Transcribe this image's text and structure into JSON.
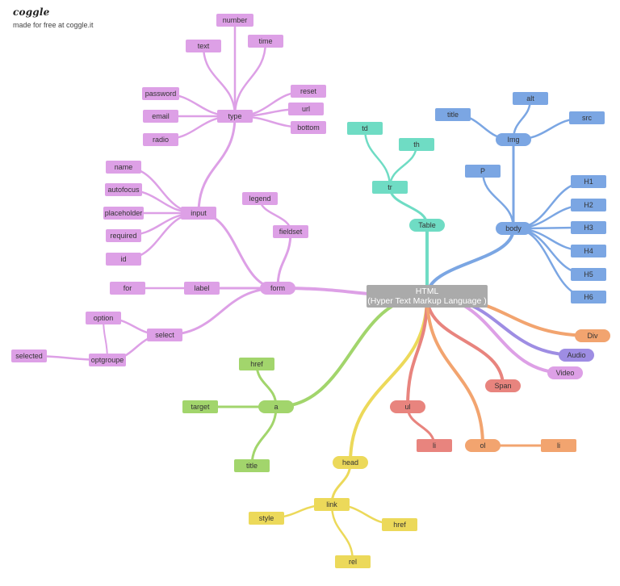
{
  "header": {
    "logo": "coggle",
    "tagline": "made for free at coggle.it"
  },
  "colors": {
    "pink": "#dda0e6",
    "teal": "#6fdcc4",
    "blue": "#7ba6e3",
    "green": "#a2d56c",
    "yellow": "#ecd95a",
    "red": "#e8847e",
    "orange": "#f2a46f",
    "purple": "#9e8de3",
    "root": "#aaaaaa"
  },
  "mindmap": {
    "root": {
      "label": "HTML\n(Hyper Text Markup Language )"
    },
    "nodes": {
      "type": "type",
      "number": "number",
      "text": "text",
      "time": "time",
      "password": "password",
      "email": "email",
      "radio": "radio",
      "reset": "reset",
      "url": "url",
      "bottom": "bottom",
      "input": "input",
      "name": "name",
      "autofocus": "autofocus",
      "placeholder": "placeholder",
      "required": "required",
      "id": "id",
      "legend": "legend",
      "fieldset": "fieldset",
      "form": "form",
      "label": "label",
      "for": "for",
      "select": "select",
      "option": "option",
      "optgroupe": "optgroupe",
      "selected": "selected",
      "table": "Table",
      "tr": "tr",
      "td": "td",
      "th": "th",
      "img": "Img",
      "alt": "alt",
      "img_title": "title",
      "src": "src",
      "p": "P",
      "body": "body",
      "h1": "H1",
      "h2": "H2",
      "h3": "H3",
      "h4": "H4",
      "h5": "H5",
      "h6": "H6",
      "div": "Div",
      "audio": "Audio",
      "video": "Video",
      "span": "Span",
      "a": "a",
      "a_href": "href",
      "target": "target",
      "a_title": "title",
      "head": "head",
      "link": "link",
      "style": "style",
      "link_href": "href",
      "rel": "rel",
      "ul": "ul",
      "ul_li": "li",
      "ol": "ol",
      "ol_li": "li"
    }
  }
}
